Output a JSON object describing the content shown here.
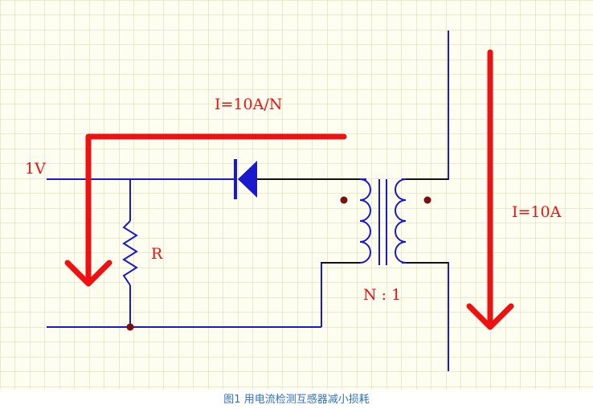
{
  "labels": {
    "voltage": "1V",
    "resistor": "R",
    "primary_current": "I=10A/N",
    "line_current": "I=10A",
    "turns_ratio": "N : 1"
  },
  "caption": "图1 用电流检测互感器减小损耗",
  "colors": {
    "background": "#fdfdf0",
    "grid": "#d8d6b2",
    "wire_blue": "#1a1acc",
    "wire_black": "#111111",
    "arrow_red": "#ee1111",
    "label_red": "#ee1111",
    "junction_dot": "#7a1010",
    "caption_blue": "#2f6fbd"
  },
  "icons": {
    "diode": "diode-symbol",
    "resistor": "resistor-zigzag-symbol",
    "transformer": "transformer-coils-symbol"
  }
}
